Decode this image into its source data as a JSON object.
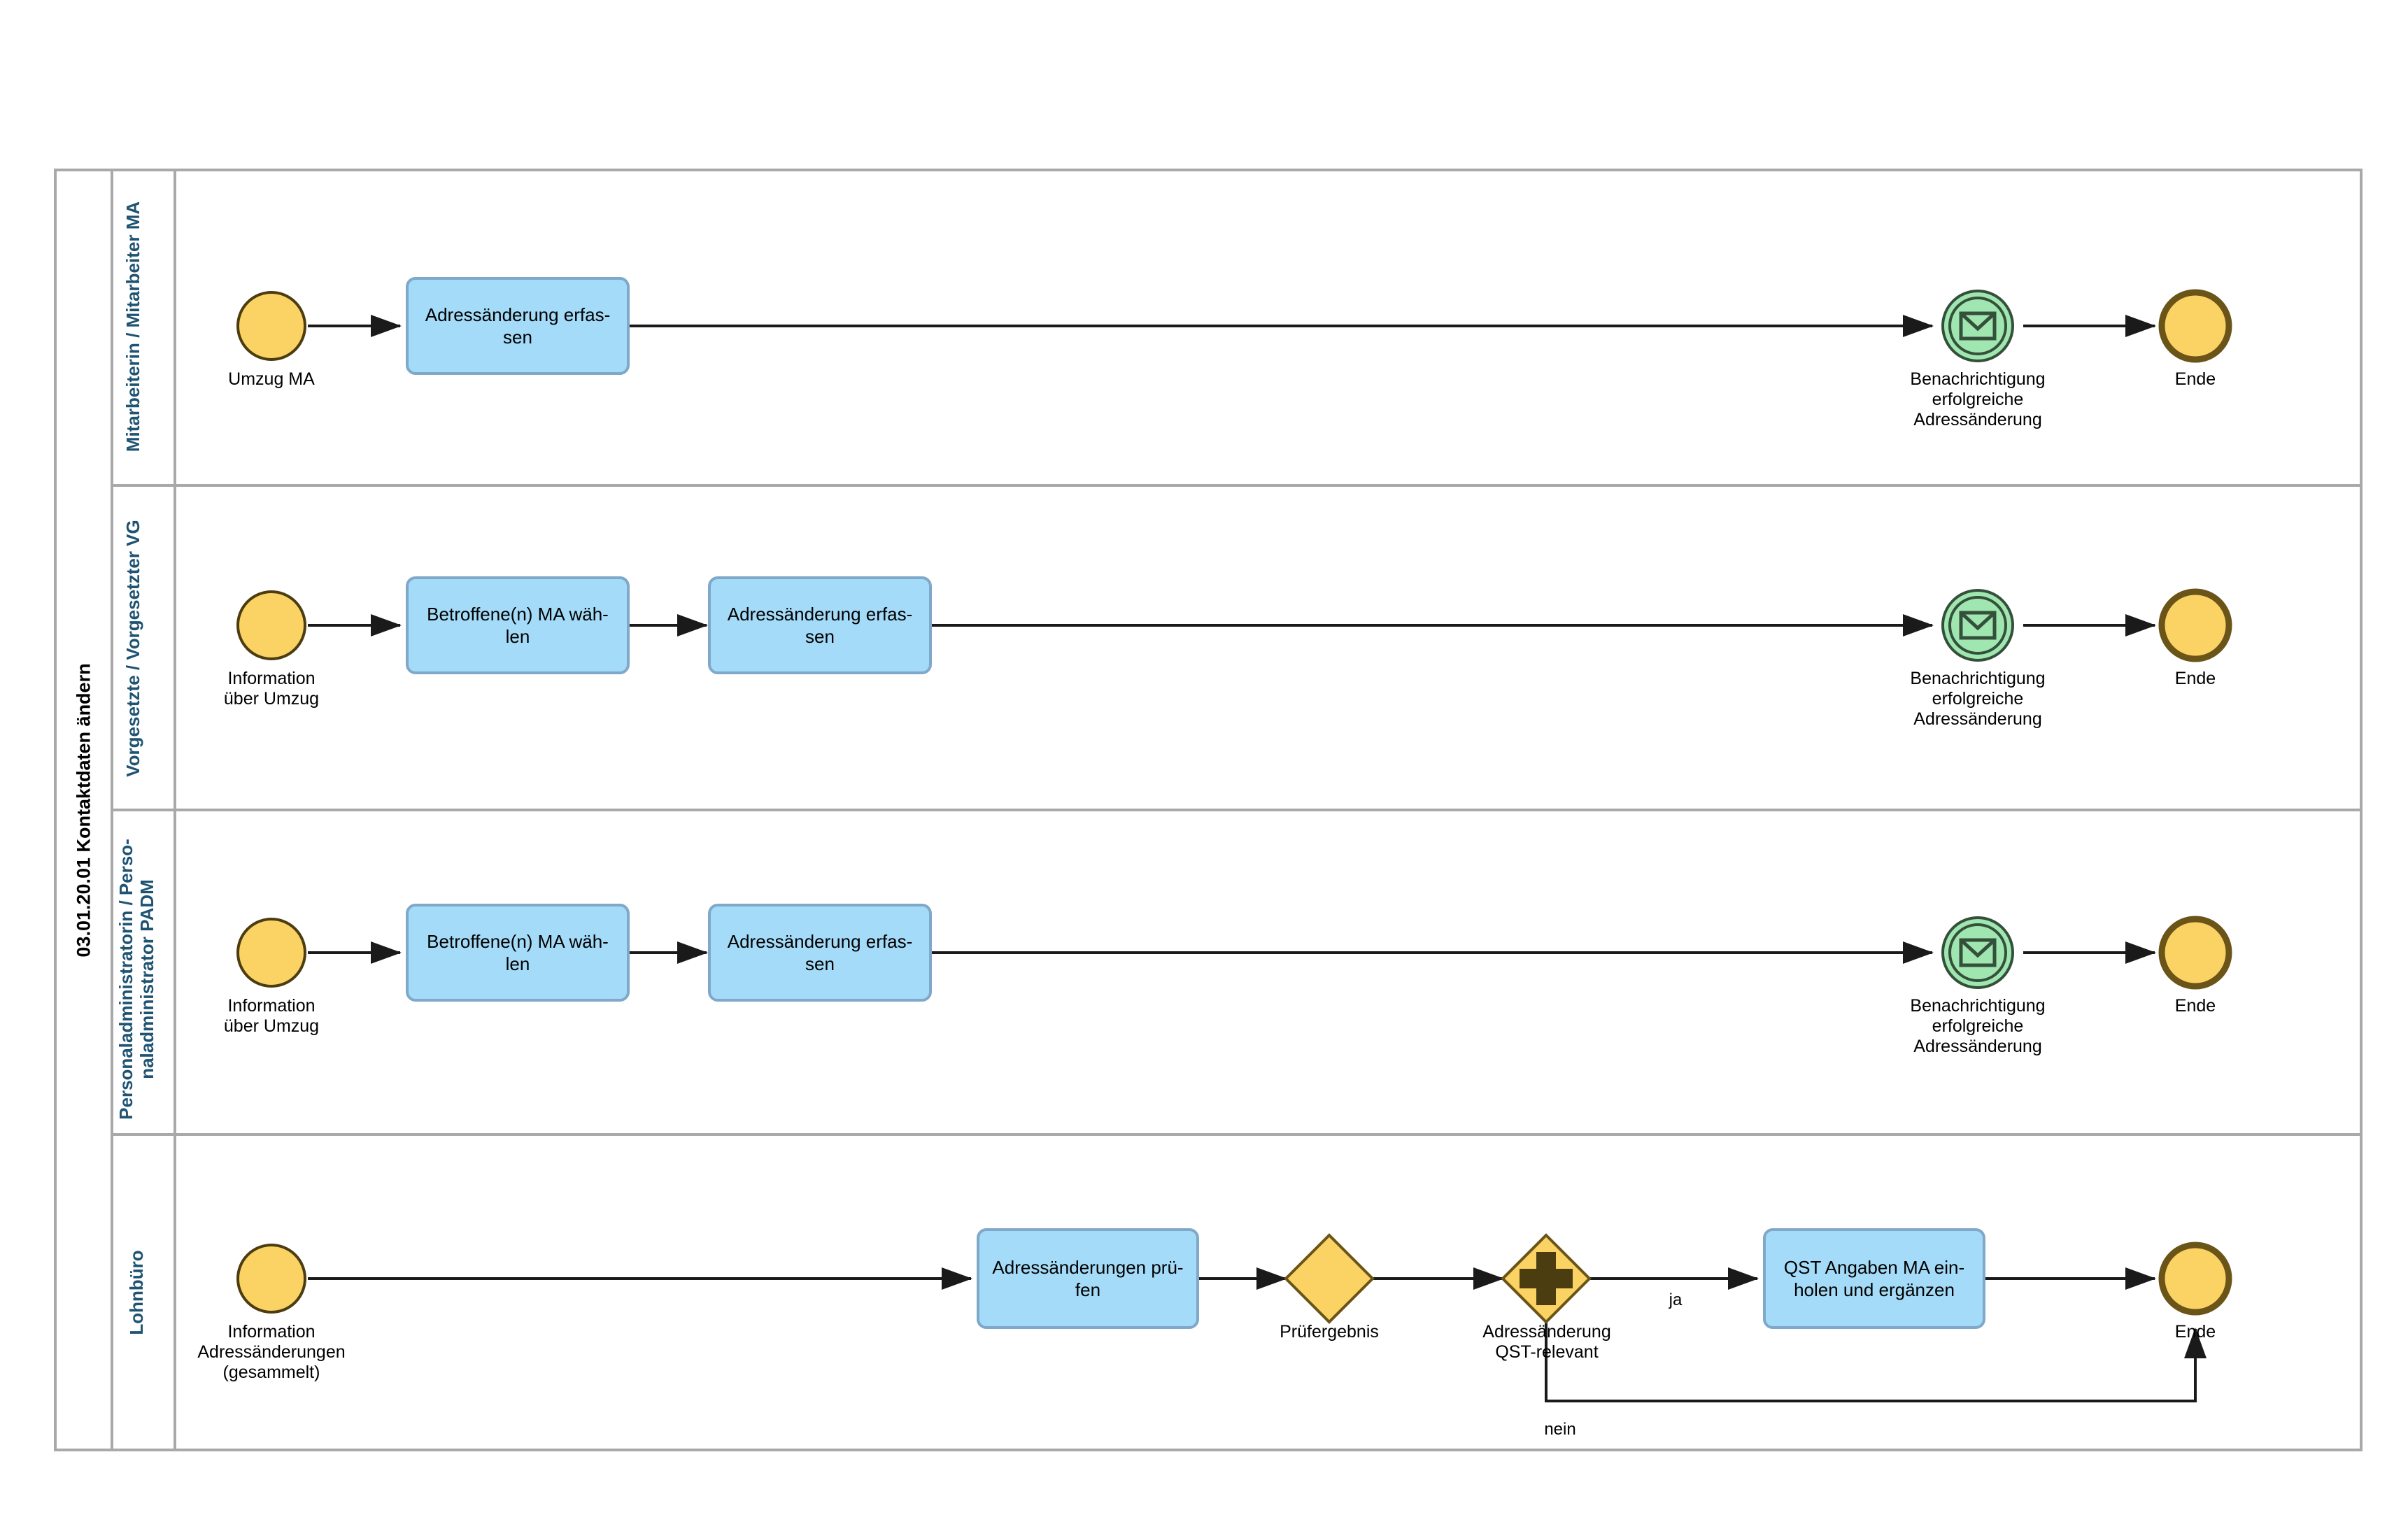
{
  "diagram": {
    "type": "bpmn-process-diagram",
    "pool_title": "03.01.20.01 Kontaktdaten ändern",
    "colors": {
      "event_fill": "#FBD364",
      "event_stroke": "#6B5418",
      "start_event_stroke": "#4C3D11",
      "task_fill": "#A4DBF8",
      "task_stroke": "#7FA8C9",
      "gateway_fill": "#FBD364",
      "gateway_stroke": "#6B5418",
      "message_event_fill": "#9FE6B0",
      "message_event_stroke": "#35503A",
      "lane_stroke": "#A9A9A9",
      "lane_label_color": "#1F5372",
      "flow_stroke": "#1A1A1A",
      "background": "#FFFFFF"
    },
    "lanes": [
      {
        "id": "lane-mitarbeiter",
        "label": "Mitarbeiterin / Mitarbeiter MA",
        "elements": [
          {
            "id": "ev-start-1",
            "kind": "start-event",
            "label": "Umzug MA"
          },
          {
            "id": "tk-erfassen-1",
            "kind": "task",
            "label": "Adressänderung erfas-\nsen"
          },
          {
            "id": "ev-msg-1",
            "kind": "intermediate-message-event",
            "label": "Benachrichtigung\nerfolgreiche\nAdressänderung"
          },
          {
            "id": "ev-end-1",
            "kind": "end-event",
            "label": "Ende"
          }
        ]
      },
      {
        "id": "lane-vorgesetzte",
        "label": "Vorgesetzte / Vorgesetzter VG",
        "elements": [
          {
            "id": "ev-start-2",
            "kind": "start-event",
            "label": "Information\nüber Umzug"
          },
          {
            "id": "tk-waehlen-2",
            "kind": "task",
            "label": "Betroffene(n) MA wäh-\nlen"
          },
          {
            "id": "tk-erfassen-2",
            "kind": "task",
            "label": "Adressänderung erfas-\nsen"
          },
          {
            "id": "ev-msg-2",
            "kind": "intermediate-message-event",
            "label": "Benachrichtigung\nerfolgreiche\nAdressänderung"
          },
          {
            "id": "ev-end-2",
            "kind": "end-event",
            "label": "Ende"
          }
        ]
      },
      {
        "id": "lane-padm",
        "label": "Personaladministratorin / Perso-\nnaladministrator PADM",
        "elements": [
          {
            "id": "ev-start-3",
            "kind": "start-event",
            "label": "Information\nüber Umzug"
          },
          {
            "id": "tk-waehlen-3",
            "kind": "task",
            "label": "Betroffene(n) MA wäh-\nlen"
          },
          {
            "id": "tk-erfassen-3",
            "kind": "task",
            "label": "Adressänderung erfas-\nsen"
          },
          {
            "id": "ev-msg-3",
            "kind": "intermediate-message-event",
            "label": "Benachrichtigung\nerfolgreiche\nAdressänderung"
          },
          {
            "id": "ev-end-3",
            "kind": "end-event",
            "label": "Ende"
          }
        ]
      },
      {
        "id": "lane-lohnbuero",
        "label": "Lohnbüro",
        "elements": [
          {
            "id": "ev-start-4",
            "kind": "start-event",
            "label": "Information\nAdressänderungen\n(gesammelt)"
          },
          {
            "id": "tk-pruefen-4",
            "kind": "task",
            "label": "Adressänderungen prü-\nfen"
          },
          {
            "id": "gw-pruefergebnis",
            "kind": "exclusive-gateway",
            "label": "Prüfergebnis"
          },
          {
            "id": "gw-qst",
            "kind": "parallel-gateway",
            "label": "Adressänderung\nQST-relevant"
          },
          {
            "id": "tk-qst",
            "kind": "task",
            "label": "QST Angaben MA ein-\nholen und ergänzen"
          },
          {
            "id": "ev-end-4",
            "kind": "end-event",
            "label": "Ende"
          }
        ],
        "flow_labels": [
          {
            "id": "flow-ja",
            "label": "ja"
          },
          {
            "id": "flow-nein",
            "label": "nein"
          }
        ]
      }
    ]
  }
}
